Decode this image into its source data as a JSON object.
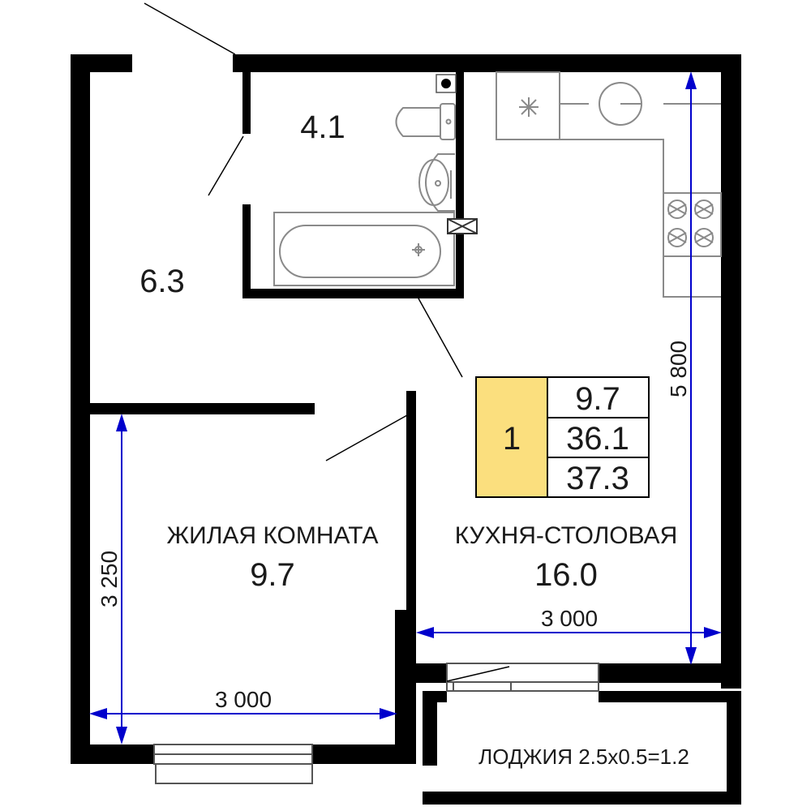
{
  "rooms": {
    "bath": {
      "area": "4.1"
    },
    "hall": {
      "area": "6.3"
    },
    "living": {
      "name": "ЖИЛАЯ КОМНАТА",
      "area": "9.7"
    },
    "kitchen": {
      "name": "КУХНЯ-СТОЛОВАЯ",
      "area": "16.0"
    },
    "loggia": {
      "label": "ЛОДЖИЯ 2.5x0.5=1.2"
    }
  },
  "summary": {
    "rooms_count": "1",
    "living_area": "9.7",
    "total_area": "36.1",
    "total_with_loggia": "37.3",
    "badge_color": "#fbdf7e"
  },
  "dimensions": {
    "living_height": "3 250",
    "living_width": "3 000",
    "kitchen_width": "3 000",
    "total_height": "5 800"
  },
  "colors": {
    "dimension": "#0000cc",
    "wall": "#000000"
  }
}
